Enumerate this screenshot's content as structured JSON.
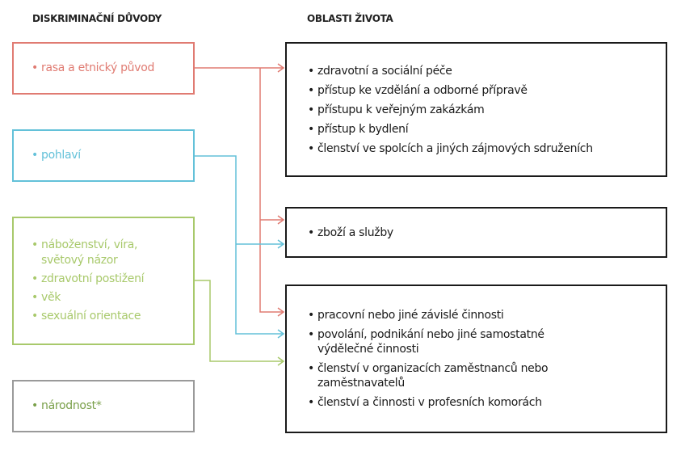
{
  "headings": {
    "left": "DISKRIMINAČNÍ DŮVODY",
    "right": "OBLASTI ŽIVOTA"
  },
  "grounds": [
    {
      "items": [
        "rasa a etnický původ"
      ],
      "color": "#e07b72"
    },
    {
      "items": [
        "pohlaví"
      ],
      "color": "#63c1d9"
    },
    {
      "items": [
        "náboženství, víra, světový názor",
        "zdravotní postižení",
        "věk",
        "sexuální orientace"
      ],
      "color": "#a8c96b"
    },
    {
      "items": [
        "národnost*"
      ],
      "color": "#8a8a8a"
    }
  ],
  "areas": [
    {
      "items": [
        "zdravotní a sociální péče",
        "přístup ke vzdělání a odborné přípravě",
        "přístupu k veřejným zakázkám",
        "přístup k bydlení",
        "členství ve spolcích a jiných zájmových sdruženích"
      ]
    },
    {
      "items": [
        "zboží a služby"
      ]
    },
    {
      "items": [
        "pracovní nebo jiné závislé činnosti",
        "povolání, podnikání nebo jiné samostatné výdělečné činnosti",
        "členství v organizacích zaměstnanců nebo zaměstnavatelů",
        "členství a činnosti v profesních komorách"
      ]
    }
  ]
}
